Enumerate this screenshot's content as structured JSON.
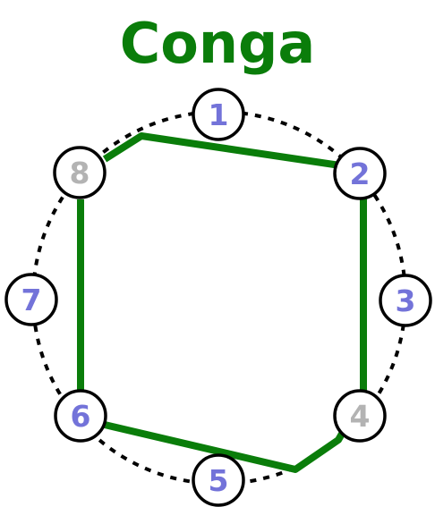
{
  "title": "Conga",
  "colors": {
    "title": "#0a7d0a",
    "path": "#0a7d0a",
    "node_active_text": "#7373d9",
    "node_inactive_text": "#b3b3b3",
    "node_stroke": "#000000",
    "ring_stroke": "#000000"
  },
  "nodes": [
    {
      "label": "1",
      "state": "active"
    },
    {
      "label": "2",
      "state": "active"
    },
    {
      "label": "3",
      "state": "active"
    },
    {
      "label": "4",
      "state": "inactive"
    },
    {
      "label": "5",
      "state": "active"
    },
    {
      "label": "6",
      "state": "active"
    },
    {
      "label": "7",
      "state": "active"
    },
    {
      "label": "8",
      "state": "inactive"
    }
  ]
}
